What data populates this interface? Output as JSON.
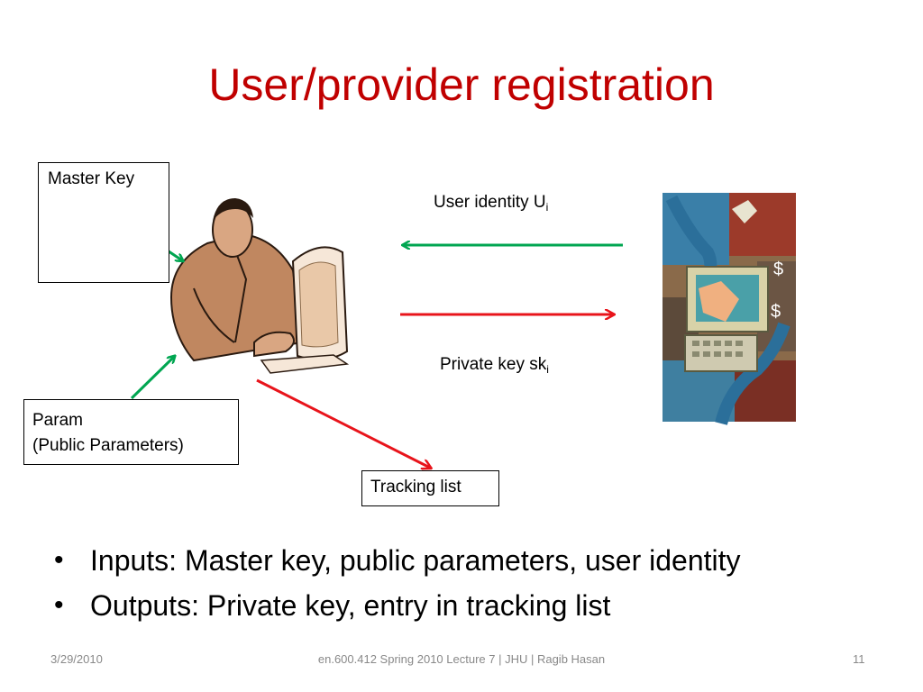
{
  "slide": {
    "title": "User/provider registration",
    "boxes": {
      "master_key": "Master Key",
      "param_line1": "Param",
      "param_line2": "(Public Parameters)",
      "tracking_list": "Tracking list"
    },
    "arrows": {
      "user_identity_text": "User identity U",
      "user_identity_sub": "i",
      "private_key_text": "Private key sk",
      "private_key_sub": "i"
    },
    "bullets": [
      "Inputs: Master key, public parameters, user identity",
      "Outputs: Private key, entry in tracking list"
    ],
    "footer": {
      "date": "3/29/2010",
      "center": "en.600.412 Spring 2010 Lecture 7 | JHU | Ragib Hasan",
      "page": "11"
    }
  },
  "colors": {
    "title": "#c00000",
    "arrow_green": "#00a651",
    "arrow_red": "#e8141b",
    "footer": "#898989"
  },
  "icons": [
    "golden-key-icon",
    "user-at-computer-icon",
    "provider-collage-icon"
  ]
}
